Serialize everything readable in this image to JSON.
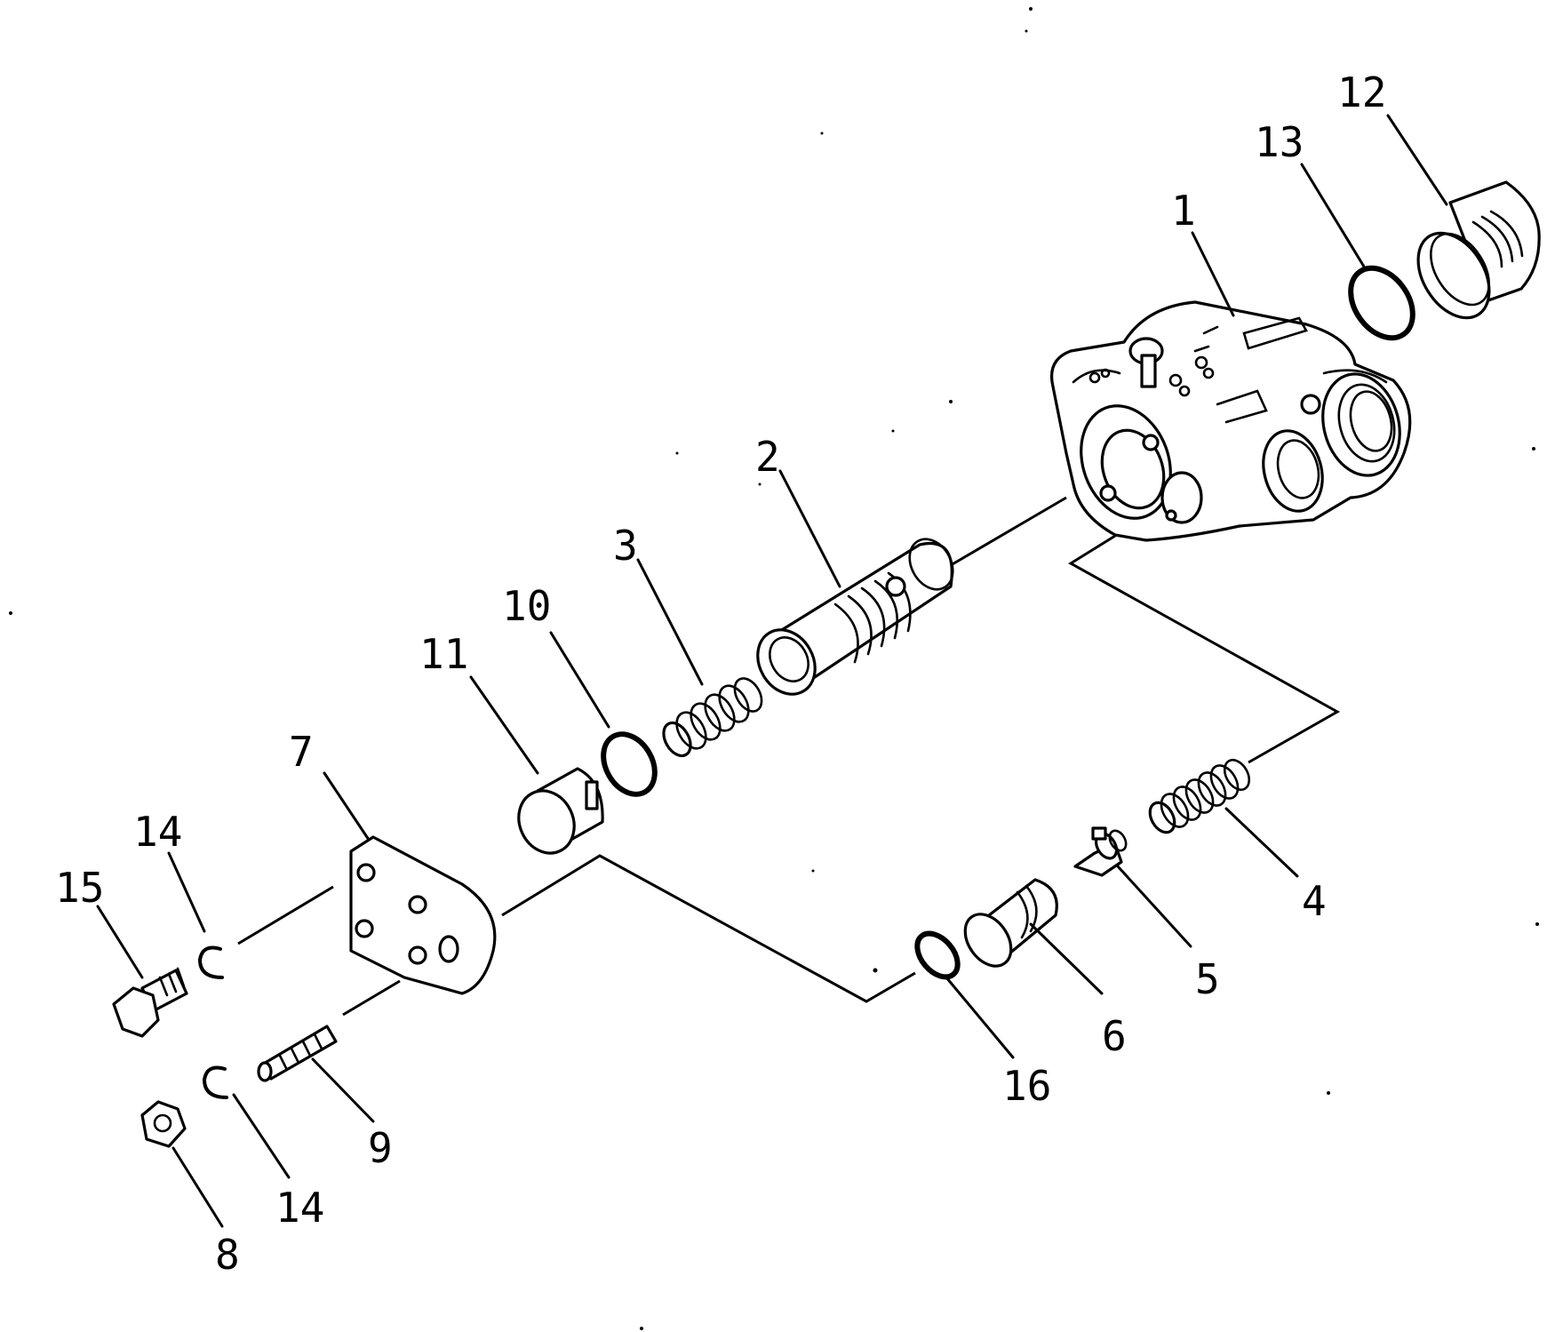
{
  "diagram": {
    "type": "exploded-parts-view",
    "callouts": [
      {
        "id": "c1",
        "text": "1"
      },
      {
        "id": "c2",
        "text": "2"
      },
      {
        "id": "c3",
        "text": "3"
      },
      {
        "id": "c4",
        "text": "4"
      },
      {
        "id": "c5",
        "text": "5"
      },
      {
        "id": "c6",
        "text": "6"
      },
      {
        "id": "c7",
        "text": "7"
      },
      {
        "id": "c8",
        "text": "8"
      },
      {
        "id": "c9",
        "text": "9"
      },
      {
        "id": "c10",
        "text": "10"
      },
      {
        "id": "c11",
        "text": "11"
      },
      {
        "id": "c12",
        "text": "12"
      },
      {
        "id": "c13",
        "text": "13"
      },
      {
        "id": "c14a",
        "text": "14"
      },
      {
        "id": "c14b",
        "text": "14"
      },
      {
        "id": "c15",
        "text": "15"
      },
      {
        "id": "c16",
        "text": "16"
      }
    ],
    "parts": [
      {
        "callout": "1",
        "part": "valve-body"
      },
      {
        "callout": "2",
        "part": "spool"
      },
      {
        "callout": "3",
        "part": "spring"
      },
      {
        "callout": "4",
        "part": "spring"
      },
      {
        "callout": "5",
        "part": "poppet"
      },
      {
        "callout": "6",
        "part": "plug"
      },
      {
        "callout": "7",
        "part": "cover"
      },
      {
        "callout": "8",
        "part": "nut"
      },
      {
        "callout": "9",
        "part": "stud"
      },
      {
        "callout": "10",
        "part": "o-ring"
      },
      {
        "callout": "11",
        "part": "plug"
      },
      {
        "callout": "12",
        "part": "plug"
      },
      {
        "callout": "13",
        "part": "o-ring"
      },
      {
        "callout": "14",
        "part": "washer"
      },
      {
        "callout": "15",
        "part": "bolt"
      },
      {
        "callout": "16",
        "part": "o-ring"
      }
    ]
  }
}
